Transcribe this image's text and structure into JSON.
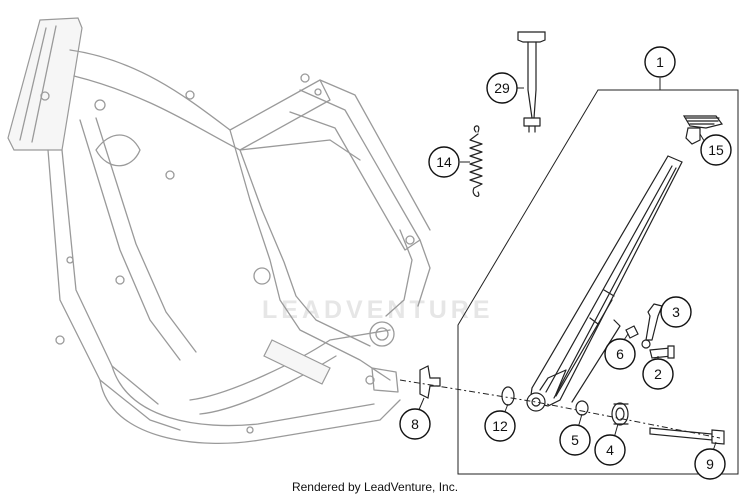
{
  "watermark": {
    "text": "LEADVENTURE"
  },
  "caption": "Rendered by LeadVenture, Inc.",
  "callouts": [
    {
      "id": "c1",
      "label": "1"
    },
    {
      "id": "c29",
      "label": "29"
    },
    {
      "id": "c14",
      "label": "14"
    },
    {
      "id": "c15",
      "label": "15"
    },
    {
      "id": "c3",
      "label": "3"
    },
    {
      "id": "c6",
      "label": "6"
    },
    {
      "id": "c2",
      "label": "2"
    },
    {
      "id": "c8",
      "label": "8"
    },
    {
      "id": "c12",
      "label": "12"
    },
    {
      "id": "c5",
      "label": "5"
    },
    {
      "id": "c4",
      "label": "4"
    },
    {
      "id": "c9",
      "label": "9"
    }
  ]
}
